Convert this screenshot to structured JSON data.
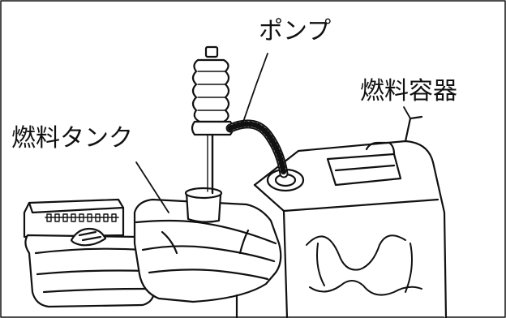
{
  "labels": {
    "pump": "ポンプ",
    "fuel_container": "燃料容器",
    "fuel_tank": "燃料タンク"
  },
  "colors": {
    "line": "#111111",
    "background": "#ffffff"
  }
}
